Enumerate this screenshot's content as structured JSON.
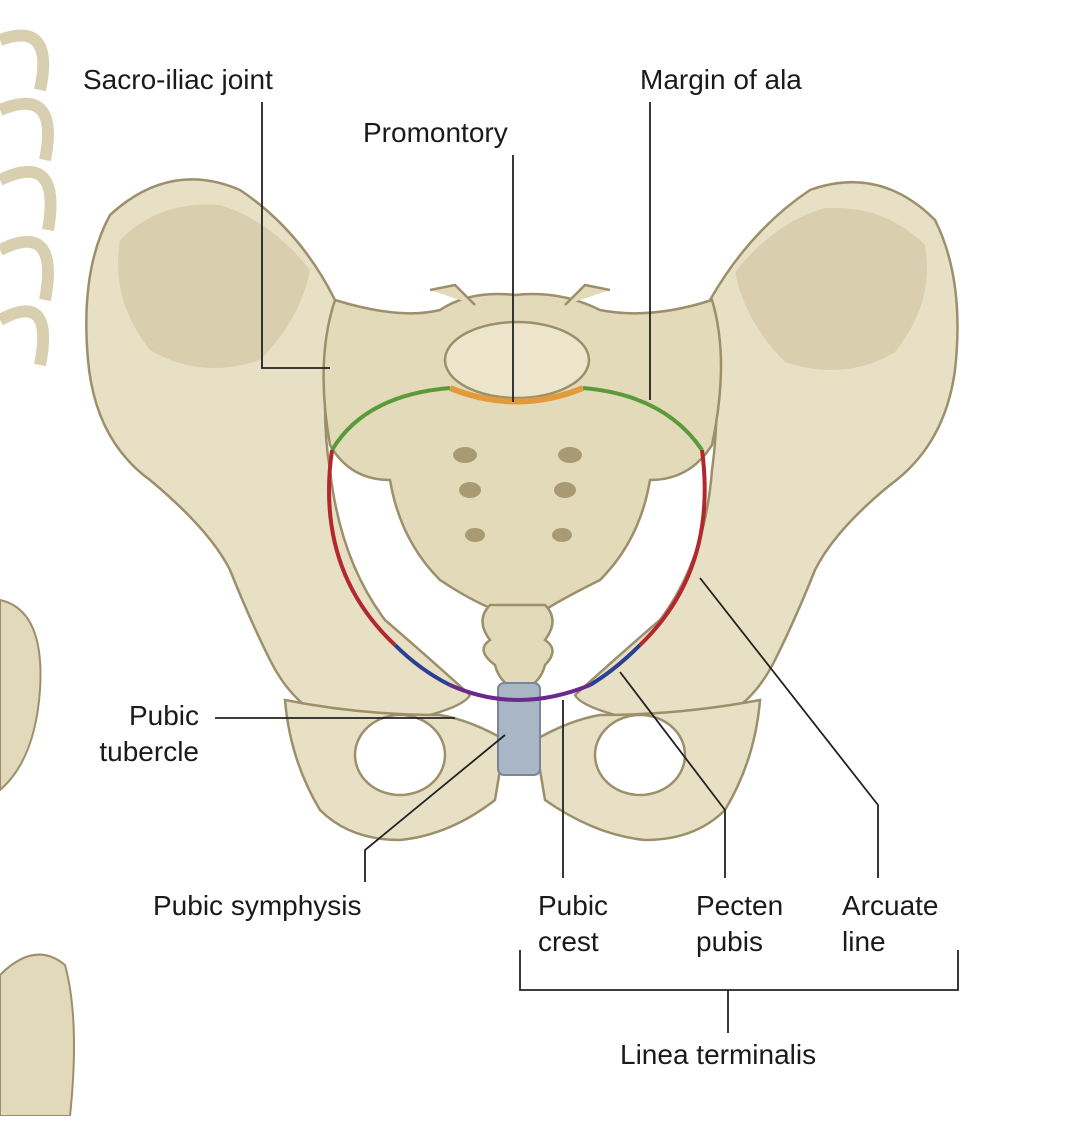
{
  "labels": {
    "sacroiliac_joint": "Sacro-iliac joint",
    "promontory": "Promontory",
    "margin_of_ala": "Margin of ala",
    "pubic_tubercle": [
      "Pubic",
      "tubercle"
    ],
    "pubic_symphysis": "Pubic symphysis",
    "pubic_crest": [
      "Pubic",
      "crest"
    ],
    "pecten_pubis": [
      "Pecten",
      "pubis"
    ],
    "arcuate_line": [
      "Arcuate",
      "line"
    ],
    "linea_terminalis": "Linea terminalis"
  },
  "colors": {
    "bone": "#e8e0c4",
    "bone_shadow": "#c9bd97",
    "bone_outline": "#9c8f6c",
    "margin_of_ala_line": "#5a9a3a",
    "promontory_line": "#e39a3a",
    "arcuate_line": "#b2282e",
    "pecten_line": "#2c3f93",
    "pubic_crest_line": "#6a2a8a",
    "symphysis": "#a9b6c6",
    "leader": "#222222"
  },
  "icons": [
    "rib-cage-icon",
    "femur-head-icon",
    "femur-lower-icon"
  ]
}
